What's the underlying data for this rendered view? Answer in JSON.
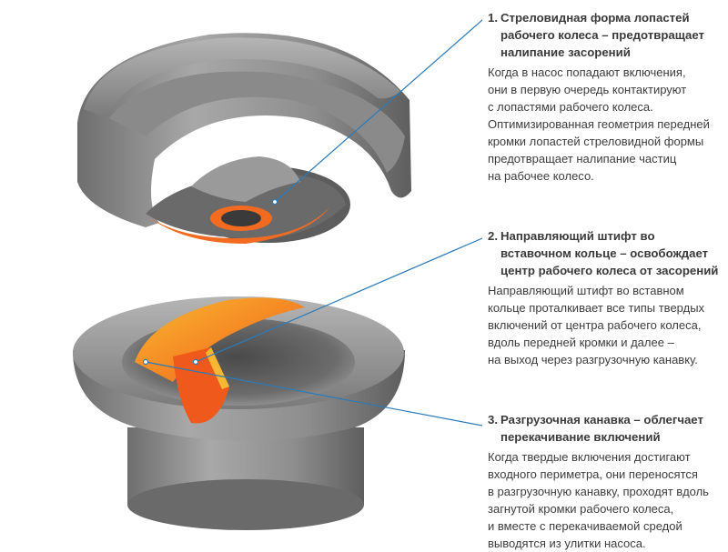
{
  "colors": {
    "accent_orange": "#f36b21",
    "accent_yellow": "#f7b733",
    "leader_line": "#2b7bb9",
    "metal": "#8c8c8c",
    "text": "#3a3a3a"
  },
  "callouts": [
    {
      "number": "1.",
      "title": "Стреловидная форма лопастей рабочего колеса – предотвращает налипание засорений",
      "body": "Когда в насос попадают включения,\nони в первую очередь контактируют\nс лопастями рабочего колеса.\nОптимизированная геометрия передней\nкромки лопастей стреловидной формы\nпредотвращает налипание частиц\nна рабочее колесо."
    },
    {
      "number": "2.",
      "title": "Направляющий штифт во вставочном кольце – освобождает центр рабочего колеса от засорений",
      "body": "Направляющий штифт во вставном\nкольце проталкивает все типы твердых\nвключений от центра рабочего колеса,\nвдоль передней кромки и далее –\nна выход через разгрузочную канавку."
    },
    {
      "number": "3.",
      "title": "Разгрузочная канавка – облегчает перекачивание включений",
      "body": "Когда твердые включения достигают\nвходного периметра, они переносятся\nв разгрузочную канавку, проходят вдоль\nзагнутой кромки рабочего колеса,\nи вместе с перекачиваемой средой\nвыводятся из улитки насоса."
    }
  ]
}
